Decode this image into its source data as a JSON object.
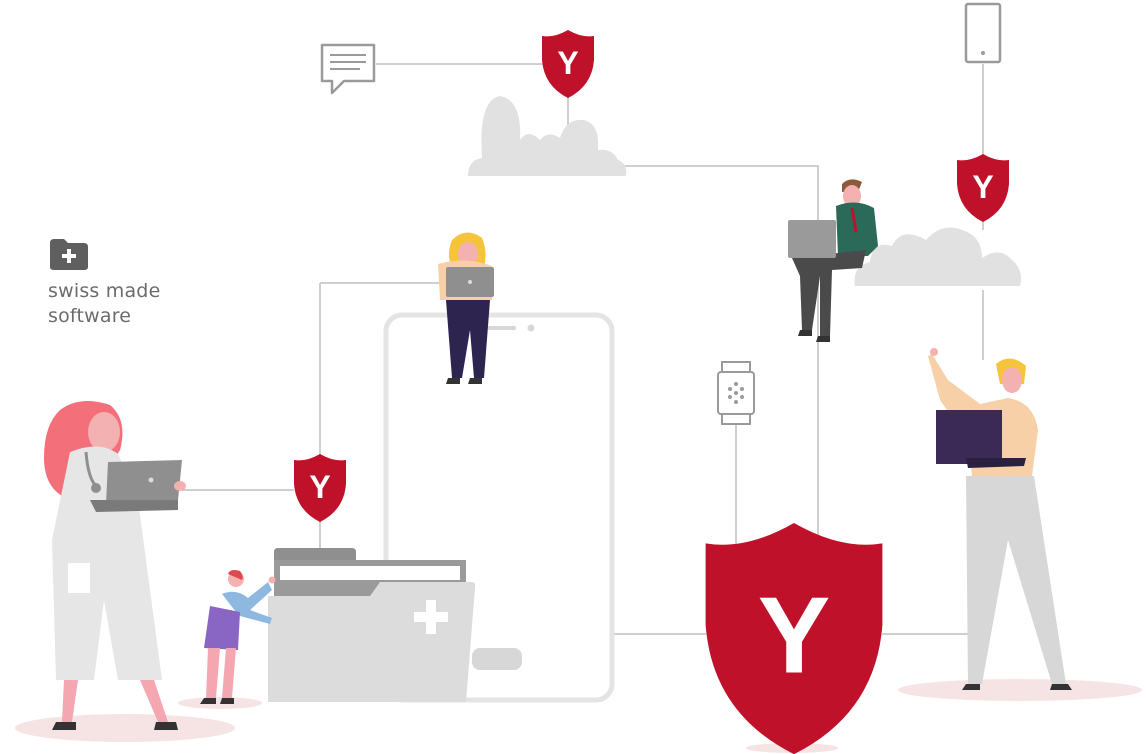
{
  "brand": {
    "line1": "swiss made",
    "line2": "software",
    "icon": "medical-folder-plus-icon"
  },
  "shield": {
    "letter": "Y",
    "icon": "y-shield-icon"
  },
  "colors": {
    "shield_red": "#c0112a",
    "line_gray": "#cfcfcf",
    "cloud_gray": "#e1e1e1",
    "folder_gray": "#dcdcdc",
    "floor_pink": "#f6e4e4",
    "text_gray": "#6b6b6b"
  }
}
